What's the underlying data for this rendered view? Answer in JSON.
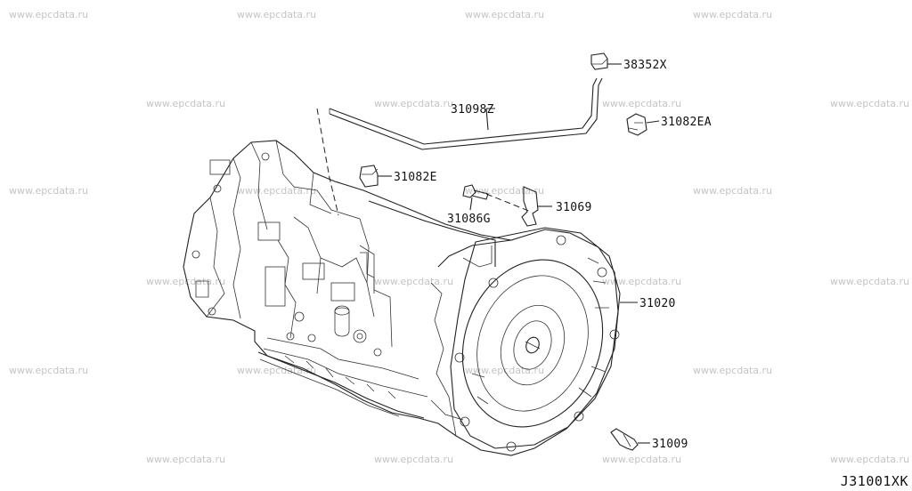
{
  "watermark": "www.epcdata.ru",
  "diagram_code": "J31001XK",
  "parts": [
    {
      "id": "38352x",
      "label": "38352X"
    },
    {
      "id": "31082ea",
      "label": "31082EA"
    },
    {
      "id": "31098z",
      "label": "31098Z"
    },
    {
      "id": "31082e",
      "label": "31082E"
    },
    {
      "id": "31069",
      "label": "31069"
    },
    {
      "id": "31086g",
      "label": "31086G"
    },
    {
      "id": "31020",
      "label": "31020"
    },
    {
      "id": "31009",
      "label": "31009"
    }
  ]
}
